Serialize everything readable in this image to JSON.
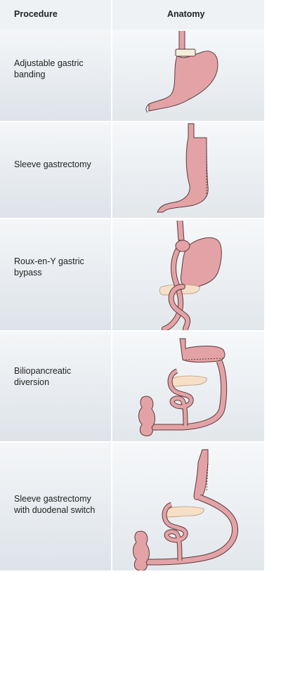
{
  "headers": {
    "procedure": "Procedure",
    "anatomy": "Anatomy"
  },
  "rows": [
    {
      "procedure": "Adjustable gastric\nbanding"
    },
    {
      "procedure": "Sleeve gastrectomy"
    },
    {
      "procedure": "Roux-en-Y gastric\nbypass"
    },
    {
      "procedure": "Biliopancreatic\ndiversion"
    },
    {
      "procedure": "Sleeve gastrectomy\nwith duodenal switch"
    }
  ],
  "colors": {
    "stomach": "#e3a3a6",
    "stomach_stroke": "#5c3a3a",
    "pancreas": "#f6dfc6",
    "band": "#f3efd9",
    "cell_bg": "#e4e9ee"
  }
}
